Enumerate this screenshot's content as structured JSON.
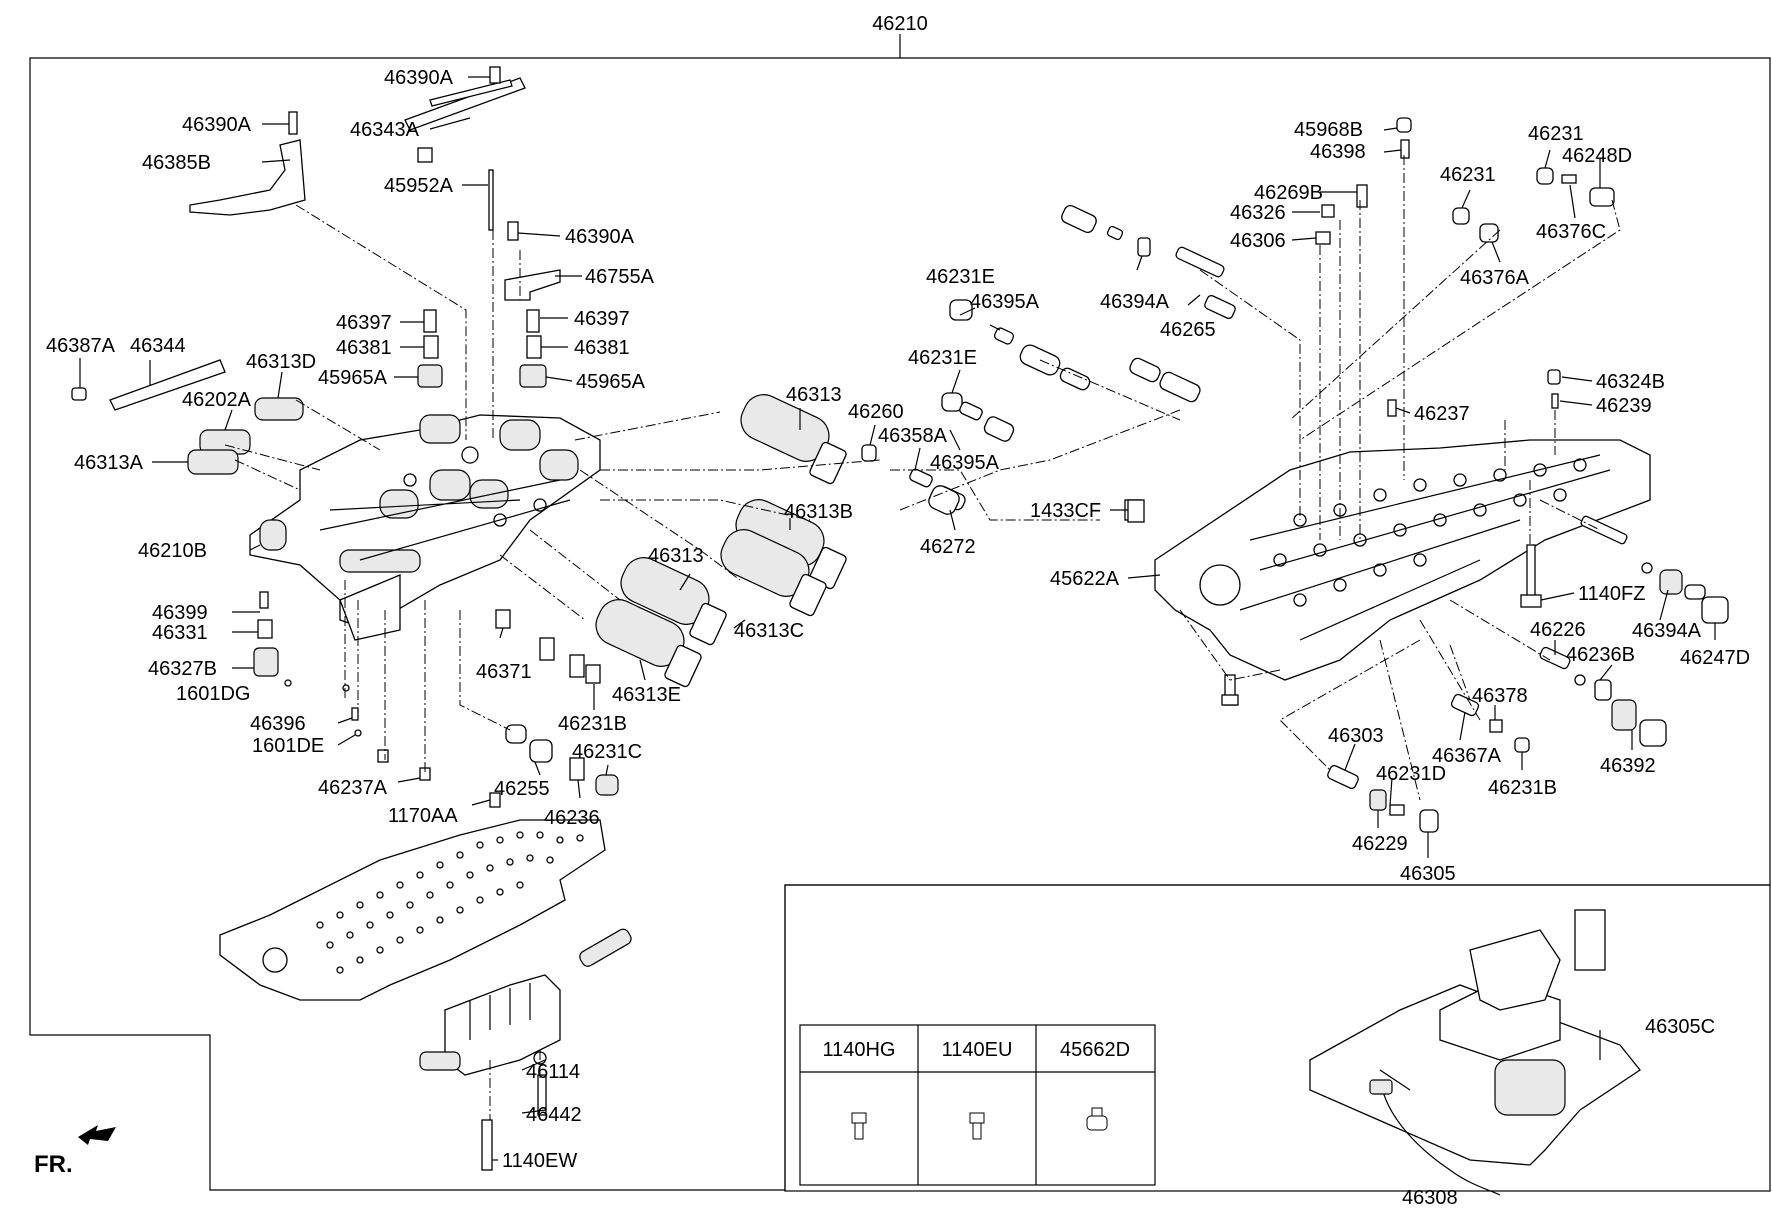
{
  "top_label": "46210",
  "labels": [
    {
      "id": "l1",
      "text": "46390A"
    },
    {
      "id": "l2",
      "text": "46390A"
    },
    {
      "id": "l3",
      "text": "46343A"
    },
    {
      "id": "l4",
      "text": "46385B"
    },
    {
      "id": "l5",
      "text": "45952A"
    },
    {
      "id": "l6",
      "text": "46390A"
    },
    {
      "id": "l7",
      "text": "46755A"
    },
    {
      "id": "l8",
      "text": "46397"
    },
    {
      "id": "l9",
      "text": "46397"
    },
    {
      "id": "l10",
      "text": "46381"
    },
    {
      "id": "l11",
      "text": "46381"
    },
    {
      "id": "l12",
      "text": "45965A"
    },
    {
      "id": "l13",
      "text": "45965A"
    },
    {
      "id": "l14",
      "text": "46387A"
    },
    {
      "id": "l15",
      "text": "46344"
    },
    {
      "id": "l16",
      "text": "46313D"
    },
    {
      "id": "l17",
      "text": "46202A"
    },
    {
      "id": "l18",
      "text": "46313A"
    },
    {
      "id": "l19",
      "text": "46210B"
    },
    {
      "id": "l20",
      "text": "46399"
    },
    {
      "id": "l21",
      "text": "46331"
    },
    {
      "id": "l22",
      "text": "46327B"
    },
    {
      "id": "l23",
      "text": "1601DG"
    },
    {
      "id": "l24",
      "text": "46396"
    },
    {
      "id": "l25",
      "text": "1601DE"
    },
    {
      "id": "l26",
      "text": "46237A"
    },
    {
      "id": "l27",
      "text": "1170AA"
    },
    {
      "id": "l28",
      "text": "46255"
    },
    {
      "id": "l29",
      "text": "46236"
    },
    {
      "id": "l30",
      "text": "46231C"
    },
    {
      "id": "l31",
      "text": "46231B"
    },
    {
      "id": "l32",
      "text": "46371"
    },
    {
      "id": "l33",
      "text": "46313E"
    },
    {
      "id": "l34",
      "text": "46313"
    },
    {
      "id": "l35",
      "text": "46313C"
    },
    {
      "id": "l36",
      "text": "46313B"
    },
    {
      "id": "l37",
      "text": "46313"
    },
    {
      "id": "l38",
      "text": "46260"
    },
    {
      "id": "l39",
      "text": "46358A"
    },
    {
      "id": "l40",
      "text": "46395A"
    },
    {
      "id": "l41",
      "text": "46231E"
    },
    {
      "id": "l42",
      "text": "46395A"
    },
    {
      "id": "l43",
      "text": "46231E"
    },
    {
      "id": "l44",
      "text": "46272"
    },
    {
      "id": "l45",
      "text": "1433CF"
    },
    {
      "id": "l46",
      "text": "45622A"
    },
    {
      "id": "l47",
      "text": "46394A"
    },
    {
      "id": "l48",
      "text": "46265"
    },
    {
      "id": "l49",
      "text": "46306"
    },
    {
      "id": "l50",
      "text": "46326"
    },
    {
      "id": "l51",
      "text": "46269B"
    },
    {
      "id": "l52",
      "text": "46398"
    },
    {
      "id": "l53",
      "text": "45968B"
    },
    {
      "id": "l54",
      "text": "46231"
    },
    {
      "id": "l55",
      "text": "46376A"
    },
    {
      "id": "l56",
      "text": "46231"
    },
    {
      "id": "l57",
      "text": "46248D"
    },
    {
      "id": "l58",
      "text": "46376C"
    },
    {
      "id": "l59",
      "text": "46324B"
    },
    {
      "id": "l60",
      "text": "46239"
    },
    {
      "id": "l61",
      "text": "46237"
    },
    {
      "id": "l62",
      "text": "1140FZ"
    },
    {
      "id": "l63",
      "text": "46226"
    },
    {
      "id": "l64",
      "text": "46236B"
    },
    {
      "id": "l65",
      "text": "46394A"
    },
    {
      "id": "l66",
      "text": "46247D"
    },
    {
      "id": "l67",
      "text": "46378"
    },
    {
      "id": "l68",
      "text": "46367A"
    },
    {
      "id": "l69",
      "text": "46231B"
    },
    {
      "id": "l70",
      "text": "46392"
    },
    {
      "id": "l71",
      "text": "46303"
    },
    {
      "id": "l72",
      "text": "46231D"
    },
    {
      "id": "l73",
      "text": "46229"
    },
    {
      "id": "l74",
      "text": "46305"
    },
    {
      "id": "l75",
      "text": "46114"
    },
    {
      "id": "l76",
      "text": "46442"
    },
    {
      "id": "l77",
      "text": "1140EW"
    },
    {
      "id": "l78",
      "text": "46305C"
    },
    {
      "id": "l79",
      "text": "46308"
    }
  ],
  "fr_label": "FR.",
  "legend_table": {
    "columns": [
      "1140HG",
      "1140EU",
      "45662D"
    ]
  }
}
